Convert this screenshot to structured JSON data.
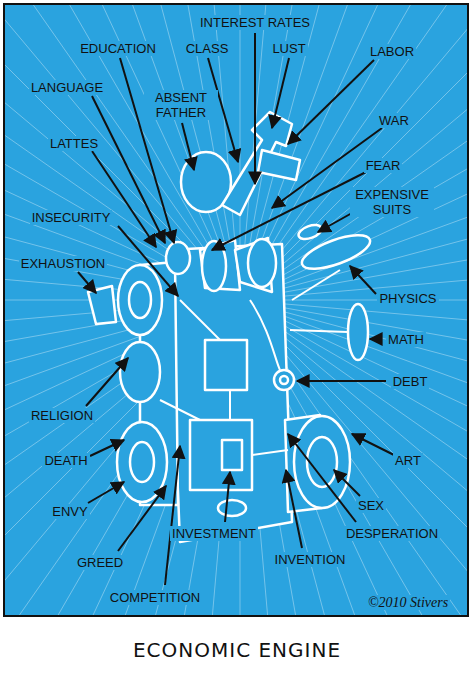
{
  "diagram": {
    "caption": "ECONOMIC ENGINE",
    "labels": [
      "INTEREST RATES",
      "EDUCATION",
      "CLASS",
      "LUST",
      "LABOR",
      "LANGUAGE",
      "ABSENT FATHER",
      "WAR",
      "LATTES",
      "FEAR",
      "EXPENSIVE SUITS",
      "INSECURITY",
      "EXHAUSTION",
      "PHYSICS",
      "MATH",
      "DEBT",
      "RELIGION",
      "DEATH",
      "ART",
      "SEX",
      "ENVY",
      "DESPERATION",
      "INVESTMENT",
      "INVENTION",
      "GREED",
      "COMPETITION",
      "©2010 Stivers"
    ]
  }
}
